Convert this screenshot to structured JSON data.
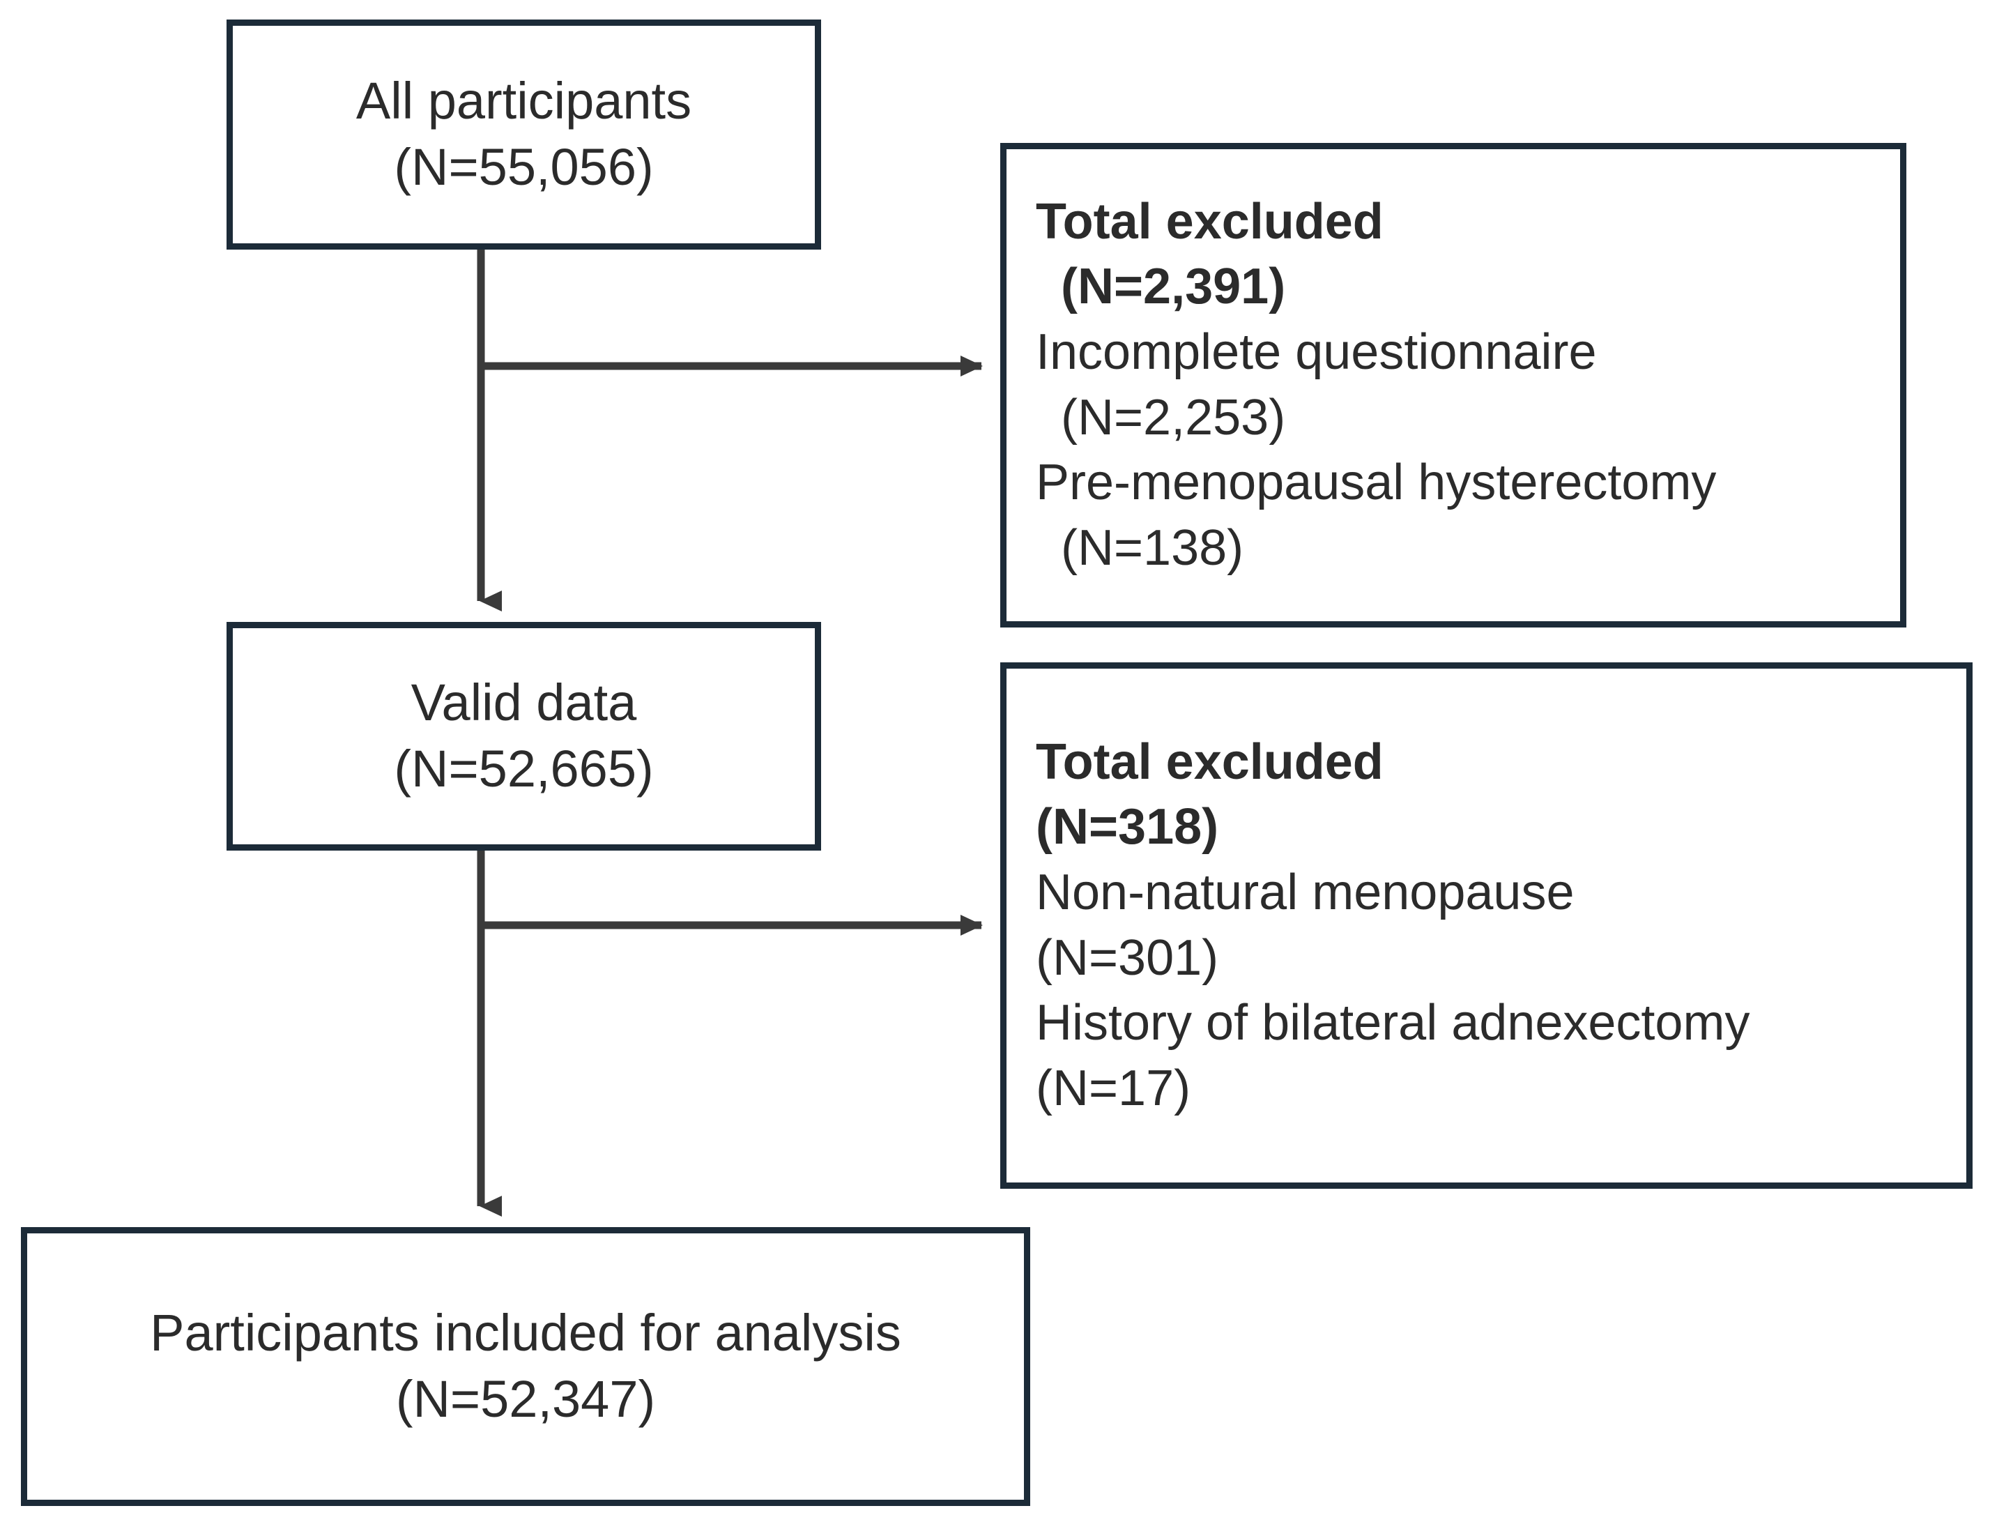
{
  "diagram": {
    "type": "participant-flow-chart",
    "colors": {
      "box_border": "#1c2b38",
      "connector": "#3a3a3a",
      "text": "#2b2b2b",
      "background": "#ffffff"
    },
    "nodes": {
      "all_participants": {
        "line1": "All participants",
        "line2": "(N=55,056)",
        "n": 55056
      },
      "valid_data": {
        "line1": "Valid data",
        "line2": "(N=52,665)",
        "n": 52665
      },
      "included": {
        "line1": "Participants included for analysis",
        "line2": "(N=52,347)",
        "n": 52347
      }
    },
    "exclusions": [
      {
        "id": "exclusion-1",
        "heading": "Total excluded",
        "heading_count": "(N=2,391)",
        "total_n": 2391,
        "reasons": [
          {
            "label": "Incomplete questionnaire",
            "count": "(N=2,253)",
            "n": 2253
          },
          {
            "label": "Pre-menopausal hysterectomy",
            "count": "(N=138)",
            "n": 138
          }
        ]
      },
      {
        "id": "exclusion-2",
        "heading": "Total excluded",
        "heading_count": "(N=318)",
        "total_n": 318,
        "reasons": [
          {
            "label": "Non-natural menopause",
            "count": "(N=301)",
            "n": 301
          },
          {
            "label": "History of bilateral adnexectomy",
            "count": "(N=17)",
            "n": 17
          }
        ]
      }
    ],
    "connectors": [
      {
        "name": "all-to-valid",
        "kind": "vertical-arrow"
      },
      {
        "name": "all-to-exclusion-1",
        "kind": "horizontal-arrow"
      },
      {
        "name": "valid-to-included",
        "kind": "vertical-arrow"
      },
      {
        "name": "valid-to-exclusion-2",
        "kind": "horizontal-arrow"
      }
    ]
  }
}
